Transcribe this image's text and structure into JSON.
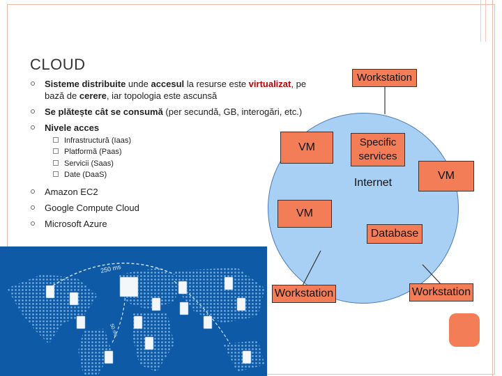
{
  "slide": {
    "title": "CLOUD",
    "bullets": [
      {
        "parts": [
          "Sisteme distribuite",
          " unde ",
          "accesul",
          " la resurse este ",
          "virtualizat",
          ", pe"
        ],
        "line2_parts": [
          "bază de ",
          "cerere",
          ", iar topologia este ascunsă"
        ]
      },
      {
        "parts": [
          "Se plătește cât se consumă",
          " (per secundă, GB, interogări, etc.)"
        ]
      },
      {
        "label": "Nivele acces"
      },
      {
        "label": "Amazon EC2"
      },
      {
        "label": "Google Compute Cloud"
      },
      {
        "label": "Microsoft Azure"
      }
    ],
    "sub_items": [
      "Infrastructură (Iaas)",
      "Platformă (Paas)",
      "Servicii  (Saas)",
      "Date (DaaS)"
    ]
  },
  "diagram": {
    "workstation_top": "Workstation",
    "specific_services": [
      "Specific",
      "services"
    ],
    "vm_left": "VM",
    "vm_right": "VM",
    "vm_bottom": "VM",
    "internet": "Internet",
    "database": "Database",
    "workstation_left": "Workstation",
    "workstation_right": "Workstation"
  },
  "map": {
    "latency_label": "250 ms",
    "latency_label_2": "50 ms"
  },
  "colors": {
    "orange": "#f27d56",
    "circle_fill": "#a8d0f5",
    "map_blue": "#0e5aa6",
    "accent_red": "#c00000"
  }
}
